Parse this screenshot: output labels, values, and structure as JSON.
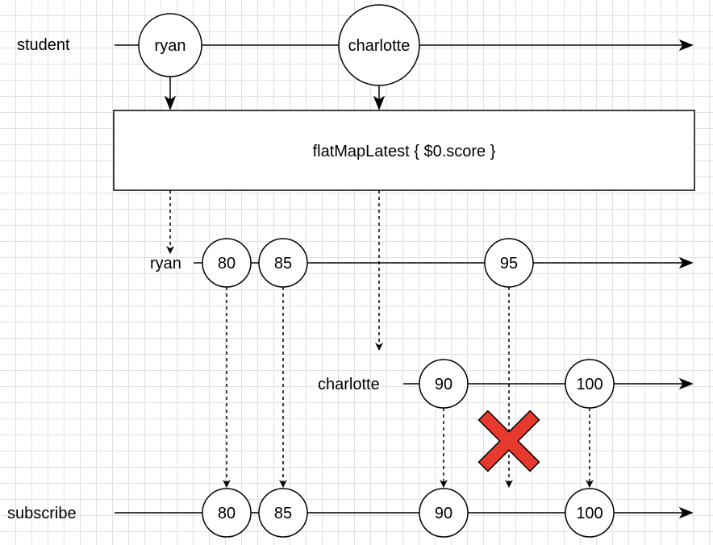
{
  "streams": {
    "student": {
      "label": "student",
      "events": [
        "ryan",
        "charlotte"
      ]
    },
    "ryan": {
      "label": "ryan",
      "events": [
        "80",
        "85",
        "95"
      ]
    },
    "charlotte": {
      "label": "charlotte",
      "events": [
        "90",
        "100"
      ]
    },
    "subscribe": {
      "label": "subscribe",
      "events": [
        "80",
        "85",
        "90",
        "100"
      ]
    }
  },
  "operator": {
    "label": "flatMapLatest { $0.score }"
  },
  "colors": {
    "stroke": "#000000",
    "cancel_mark": "#e8392f",
    "cancel_mark_outline": "#000000",
    "grid": "#e0e0e0"
  },
  "icons": {
    "cancel": "cross-icon"
  }
}
